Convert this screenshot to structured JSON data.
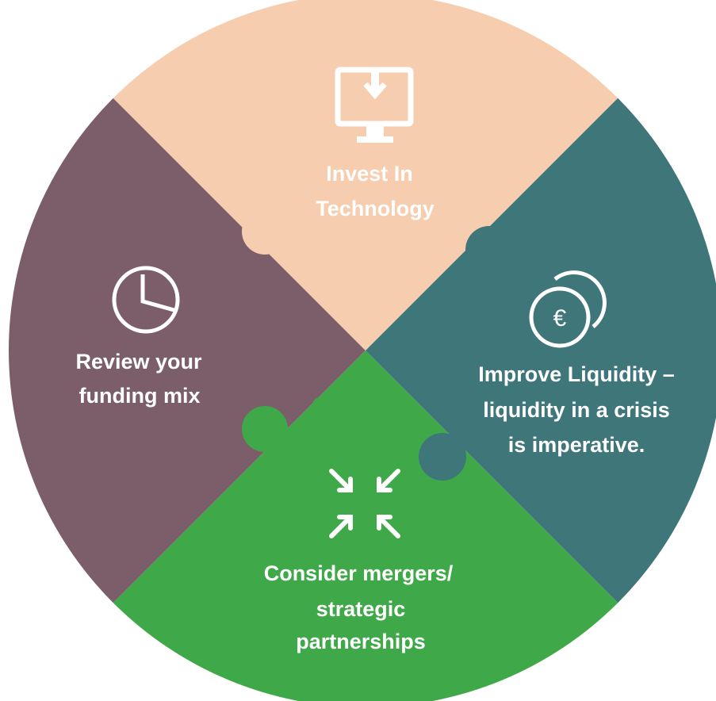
{
  "pieces": {
    "top": {
      "line1": "Invest In",
      "line2": "Technology",
      "color": "#F6CDAF",
      "text_color": "#FFFFFF",
      "icon": "monitor-download-icon"
    },
    "right": {
      "line1": "Improve Liquidity –",
      "line2": "liquidity in a crisis",
      "line3": "is imperative.",
      "color": "#3F767A",
      "text_color": "#FFFFFF",
      "icon": "euro-coins-icon",
      "icon_symbol": "€"
    },
    "bottom": {
      "line1": "Consider mergers/",
      "line2": "strategic",
      "line3": "partnerships",
      "color": "#3FA94A",
      "text_color": "#FFFFFF",
      "icon": "arrows-inward-icon"
    },
    "left": {
      "line1": "Review your",
      "line2": "funding mix",
      "color": "#7B5E6A",
      "text_color": "#FFFFFF",
      "icon": "pie-chart-icon"
    }
  }
}
